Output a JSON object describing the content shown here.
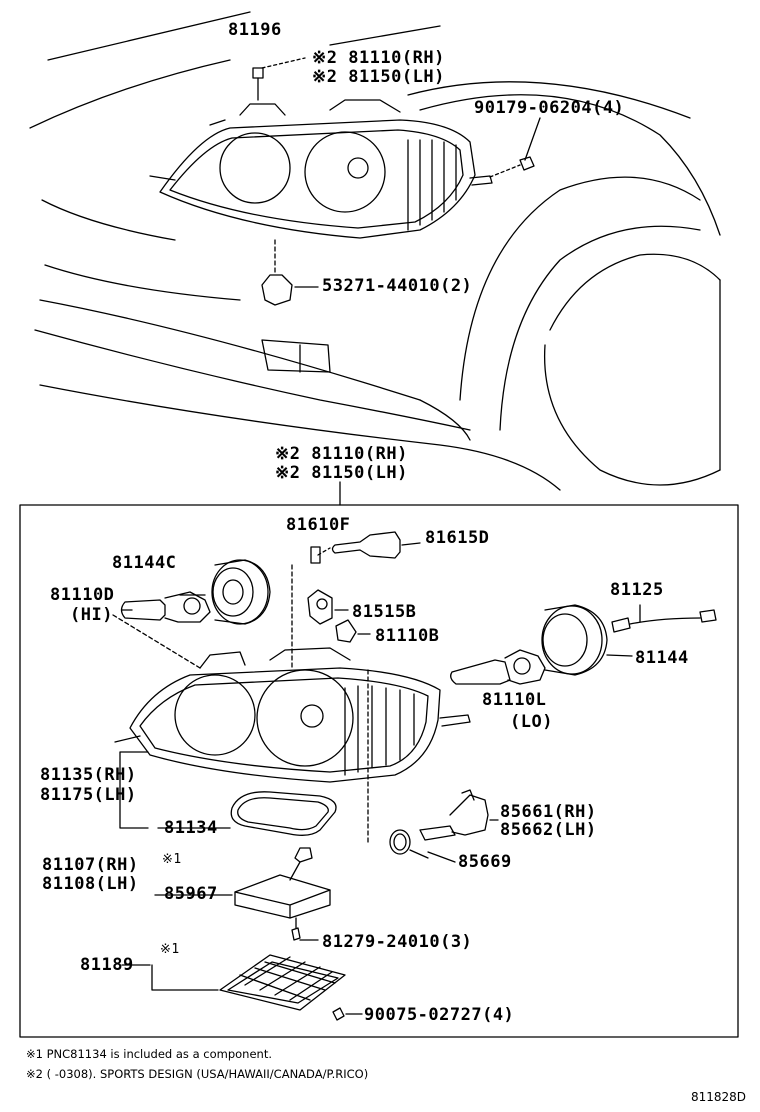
{
  "callouts": {
    "p81196": "81196",
    "top_rh": "※2 81110(RH)",
    "top_lh": "※2 81150(LH)",
    "p90179": "90179-06204(4)",
    "p53271": "53271-44010(2)",
    "mid_rh": "※2 81110(RH)",
    "mid_lh": "※2 81150(LH)",
    "p81610F": "81610F",
    "p81615D": "81615D",
    "p81144C": "81144C",
    "p81110D": "81110D",
    "hi": "(HI)",
    "p81515B": "81515B",
    "p81110B": "81110B",
    "p81125": "81125",
    "p81144": "81144",
    "p81110L": "81110L",
    "lo": "(LO)",
    "p81135": "81135(RH)",
    "p81175": "81175(LH)",
    "p81134": "81134",
    "p85661": "85661(RH)",
    "p85662": "85662(LH)",
    "p85669": "85669",
    "p81107": "81107(RH)",
    "p81108": "81108(LH)",
    "mark1a": "※1",
    "p85967": "85967",
    "p81279": "81279-24010(3)",
    "p81189": "81189",
    "mark1b": "※1",
    "p90075": "90075-02727(4)"
  },
  "notes": {
    "n1": "※1  PNC81134 is included as a component.",
    "n2": "※2  (        -0308). SPORTS DESIGN (USA/HAWAII/CANADA/P.RICO)"
  },
  "figure_id": "811828D"
}
